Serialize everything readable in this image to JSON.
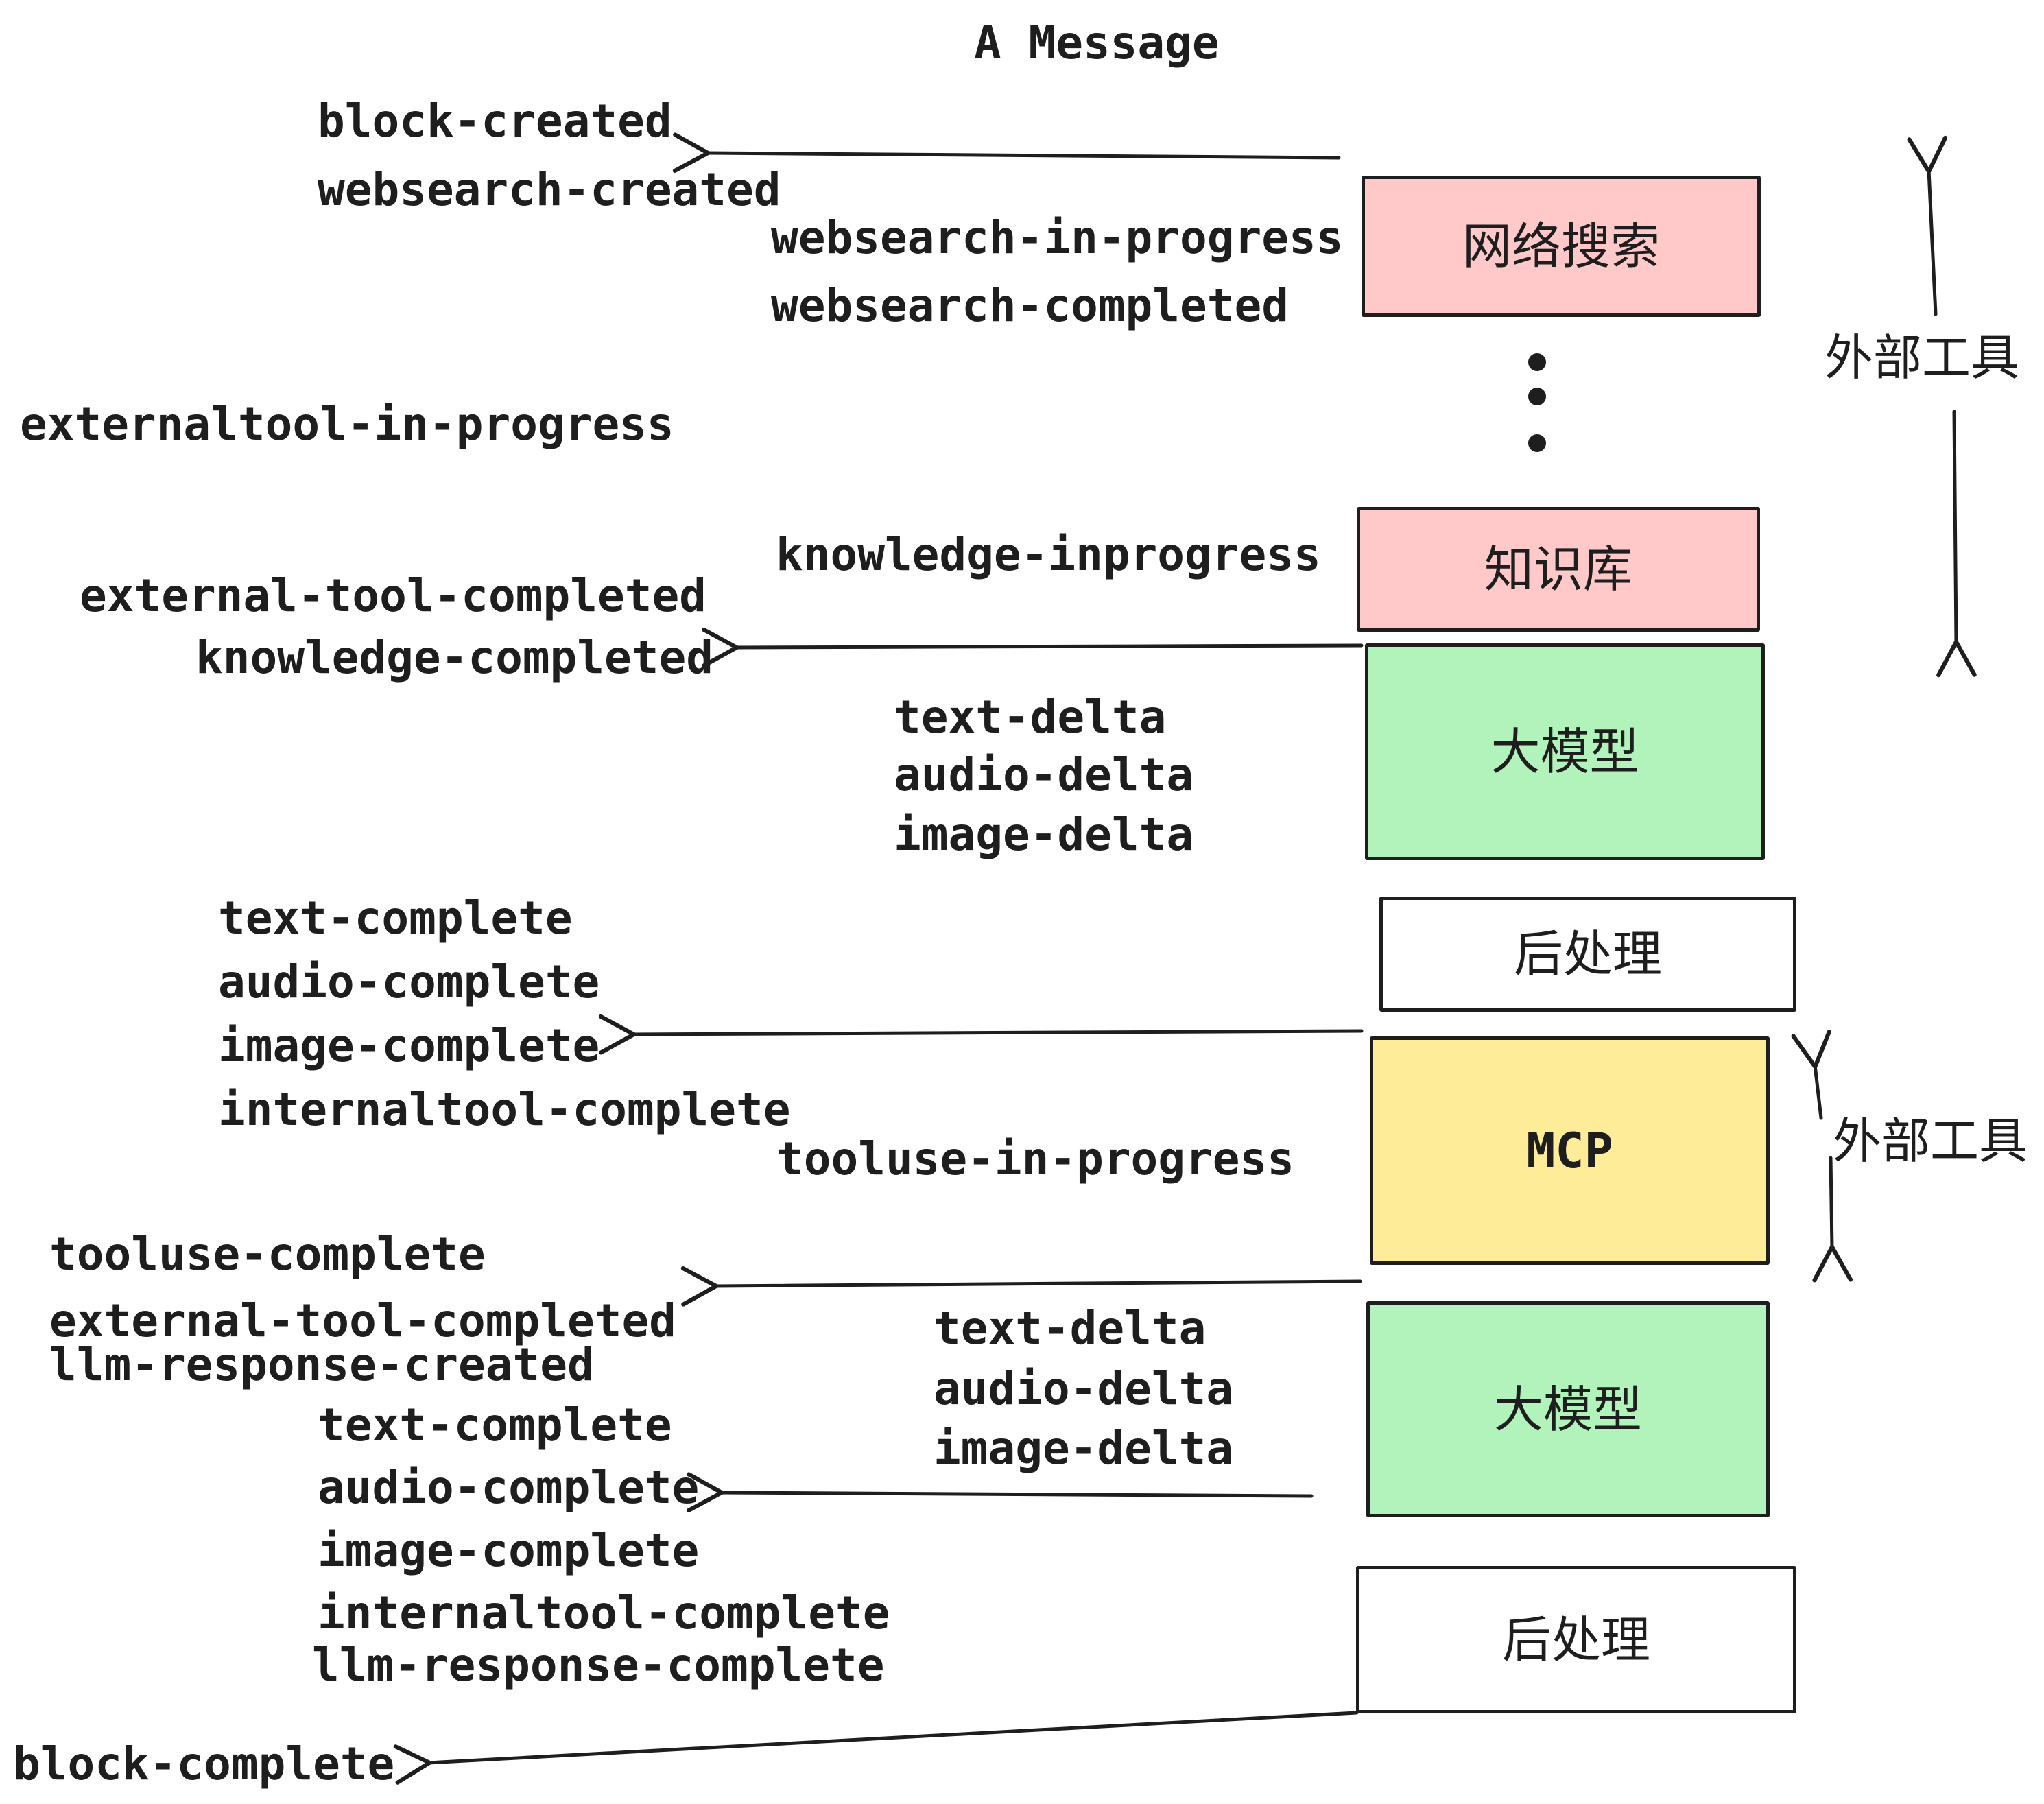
{
  "title": "A Message",
  "colors": {
    "ink": "#1e1e1e",
    "box_pink": "#ffc9c9",
    "box_green": "#b2f2bb",
    "box_yellow": "#ffec99",
    "box_white": "#ffffff"
  },
  "boxes": [
    {
      "id": "websearch",
      "label": "网络搜索"
    },
    {
      "id": "knowledge",
      "label": "知识库"
    },
    {
      "id": "llm-1",
      "label": "大模型"
    },
    {
      "id": "postprocess-1",
      "label": "后处理"
    },
    {
      "id": "mcp",
      "label": "MCP"
    },
    {
      "id": "llm-2",
      "label": "大模型"
    },
    {
      "id": "postprocess-2",
      "label": "后处理"
    }
  ],
  "side_labels": [
    {
      "text": "外部工具"
    },
    {
      "text": "外部工具"
    }
  ],
  "events": [
    {
      "text": "block-created"
    },
    {
      "text": "websearch-created"
    },
    {
      "text": "websearch-in-progress"
    },
    {
      "text": "websearch-completed"
    },
    {
      "text": "externaltool-in-progress"
    },
    {
      "text": "knowledge-inprogress"
    },
    {
      "text": "external-tool-completed"
    },
    {
      "text": "knowledge-completed"
    },
    {
      "text": "text-delta"
    },
    {
      "text": "audio-delta"
    },
    {
      "text": "image-delta"
    },
    {
      "text": "text-complete"
    },
    {
      "text": "audio-complete"
    },
    {
      "text": "image-complete"
    },
    {
      "text": "internaltool-complete"
    },
    {
      "text": "tooluse-in-progress"
    },
    {
      "text": "tooluse-complete"
    },
    {
      "text": "external-tool-completed"
    },
    {
      "text": "llm-response-created"
    },
    {
      "text": "text-complete"
    },
    {
      "text": "audio-complete"
    },
    {
      "text": "image-complete"
    },
    {
      "text": "internaltool-complete"
    },
    {
      "text": "llm-response-complete"
    },
    {
      "text": "block-complete"
    },
    {
      "text": "text-delta"
    },
    {
      "text": "audio-delta"
    },
    {
      "text": "image-delta"
    }
  ]
}
